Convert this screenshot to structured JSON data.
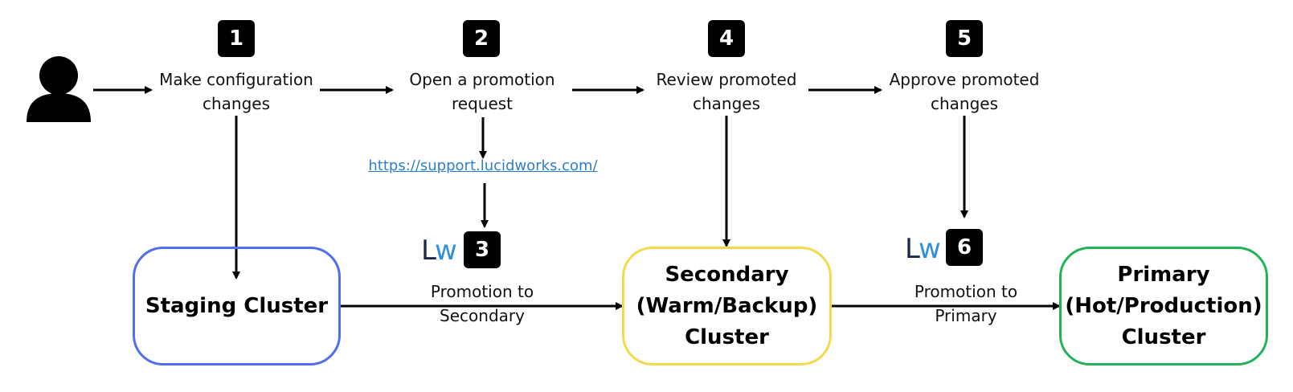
{
  "steps": [
    {
      "number": "1",
      "label": "Make configuration changes"
    },
    {
      "number": "2",
      "label": "Open a promotion request"
    },
    {
      "number": "3",
      "label": ""
    },
    {
      "number": "4",
      "label": "Review promoted changes"
    },
    {
      "number": "5",
      "label": "Approve promoted changes"
    },
    {
      "number": "6",
      "label": ""
    }
  ],
  "support_link": "https://support.lucidworks.com/",
  "logo": {
    "l": "L",
    "w": "w"
  },
  "clusters": {
    "staging": "Staging Cluster",
    "secondary": "Secondary (Warm/Backup) Cluster",
    "primary": "Primary (Hot/Production) Cluster"
  },
  "edges": {
    "to_secondary": "Promotion to Secondary",
    "to_primary": "Promotion to Primary"
  },
  "colors": {
    "staging_border": "#4f6ef0",
    "secondary_border": "#f4d94c",
    "primary_border": "#22b35a",
    "badge": "#000000",
    "link": "#2f7fc8"
  }
}
